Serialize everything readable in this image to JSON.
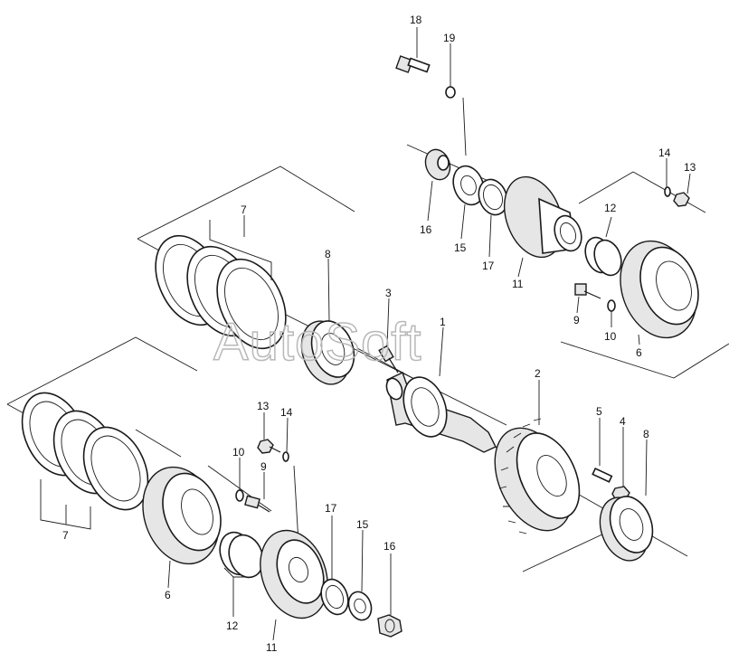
{
  "watermark": "AutoSoft",
  "callouts": {
    "c18": "18",
    "c19": "19",
    "c14a": "14",
    "c13a": "13",
    "c16a": "16",
    "c15a": "15",
    "c17a": "17",
    "c11a": "11",
    "c12a": "12",
    "c7a": "7",
    "c8a": "8",
    "c3": "3",
    "c1": "1",
    "c9a": "9",
    "c10a": "10",
    "c6a": "6",
    "c2": "2",
    "c5": "5",
    "c4": "4",
    "c8b": "8",
    "c13b": "13",
    "c14b": "14",
    "c10b": "10",
    "c9b": "9",
    "c7b": "7",
    "c6b": "6",
    "c12b": "12",
    "c17b": "17",
    "c15b": "15",
    "c16b": "16",
    "c11b": "11"
  }
}
